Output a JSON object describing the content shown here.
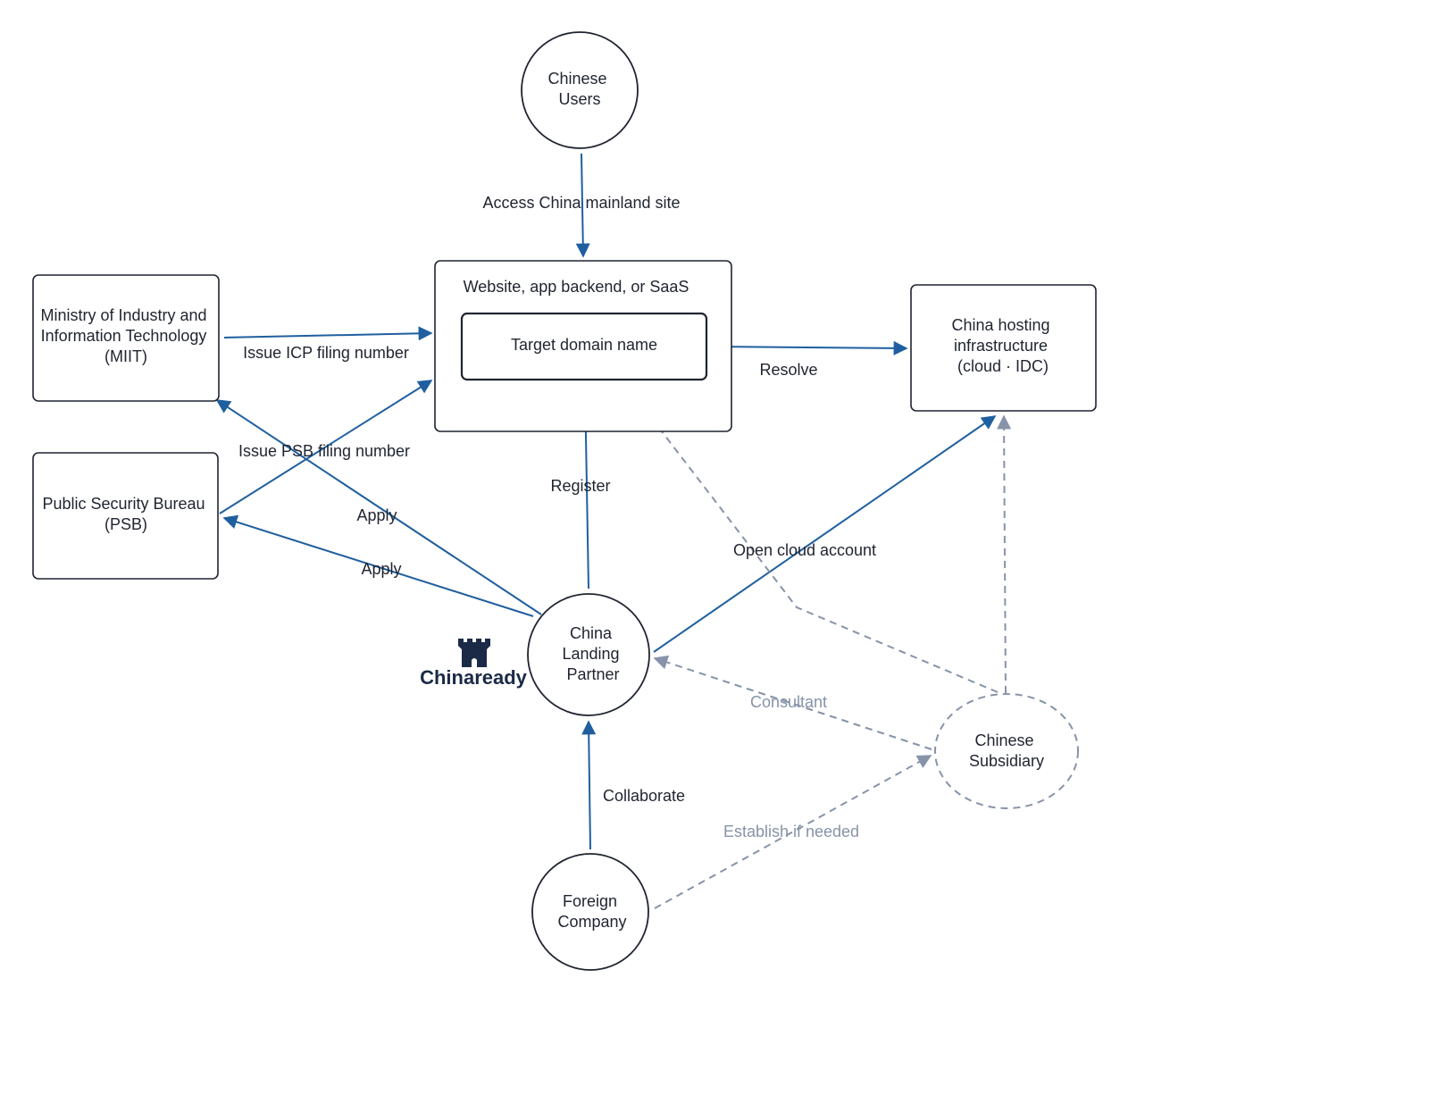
{
  "nodes": {
    "chinese_users": [
      "Chinese",
      "Users"
    ],
    "website": "Website, app backend, or SaaS",
    "target_domain": "Target domain name",
    "miit": [
      "Ministry of Industry and",
      "Information Technology",
      "(MIIT)"
    ],
    "psb": [
      "Public Security Bureau",
      "(PSB)"
    ],
    "hosting": [
      "China hosting",
      "infrastructure",
      "(cloud · IDC)"
    ],
    "landing_partner": [
      "China",
      "Landing",
      "Partner"
    ],
    "subsidiary": [
      "Chinese",
      "Subsidiary"
    ],
    "foreign_company": [
      "Foreign",
      "Company"
    ]
  },
  "edges": {
    "access": "Access China mainland site",
    "issue_icp": "Issue ICP filing number",
    "issue_psb": "Issue PSB filing number",
    "resolve": "Resolve",
    "register": "Register",
    "apply_miit": "Apply",
    "apply_psb": "Apply",
    "open_cloud": "Open cloud account",
    "consultant": "Consultant",
    "collaborate": "Collaborate",
    "establish": "Establish if needed"
  },
  "logo": {
    "text": "Chinaready",
    "icon": "castle-icon"
  },
  "colors": {
    "edge": "#1f5f9f",
    "dashed": "#8793a8",
    "stroke": "#1f2430"
  }
}
